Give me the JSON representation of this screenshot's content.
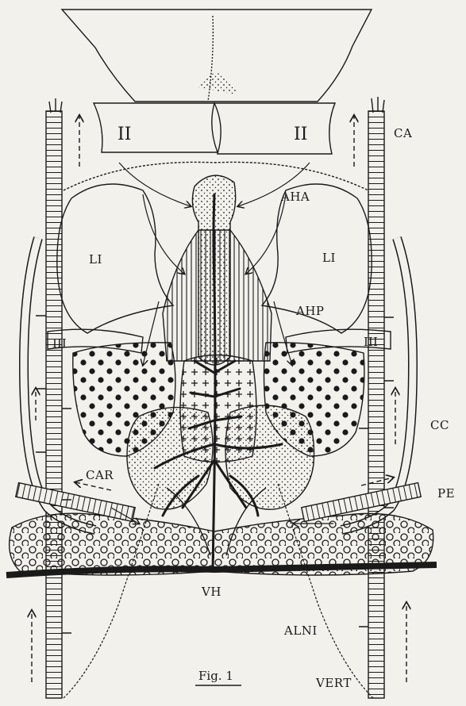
{
  "figure": {
    "caption": "Fig. 1",
    "labels": {
      "ca": "CA",
      "aha": "AHA",
      "li_left": "LI",
      "li_right": "LI",
      "ahp": "AHP",
      "cc": "CC",
      "pe": "PE",
      "car": "CAR",
      "vh": "VH",
      "alni": "ALNI",
      "vert": "VERT"
    },
    "roman_numerals": {
      "ii_left": "II",
      "ii_right": "II",
      "iii_left": "III",
      "iii_right": "III"
    },
    "colors": {
      "ink": "#1a1a1a",
      "paper": "#f3f1ec"
    }
  }
}
